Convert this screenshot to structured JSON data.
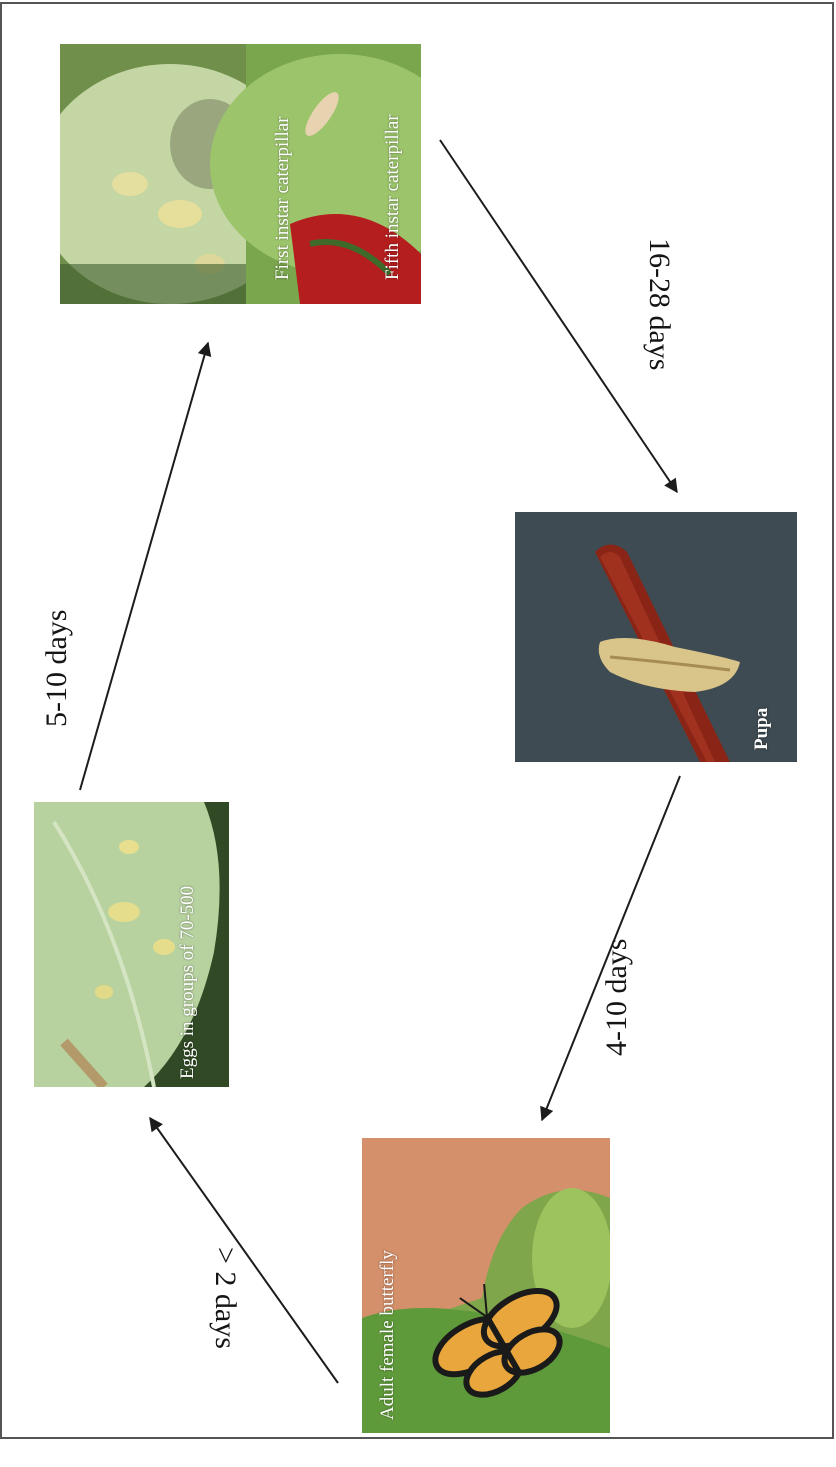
{
  "stages": {
    "eggs": "Eggs in groups of 70-500",
    "first_instar": "First instar caterpillar",
    "fifth_instar": "Fifth instar caterpillar",
    "pupa": "Pupa",
    "adult": "Adult female butterfly"
  },
  "durations": {
    "eggs_to_caterpillar": "5-10 days",
    "caterpillar_to_pupa": "16-28 days",
    "pupa_to_adult": "4-10 days",
    "adult_to_eggs": "> 2 days"
  },
  "colors": {
    "arrow": "#1c1c1c",
    "frame": "#555555",
    "leaf_light": "#b9d49b",
    "leaf_dark": "#5f8a3a",
    "pupa_background": "#3e4b52",
    "stem": "#8a2416",
    "wing": "#e9a63c"
  }
}
